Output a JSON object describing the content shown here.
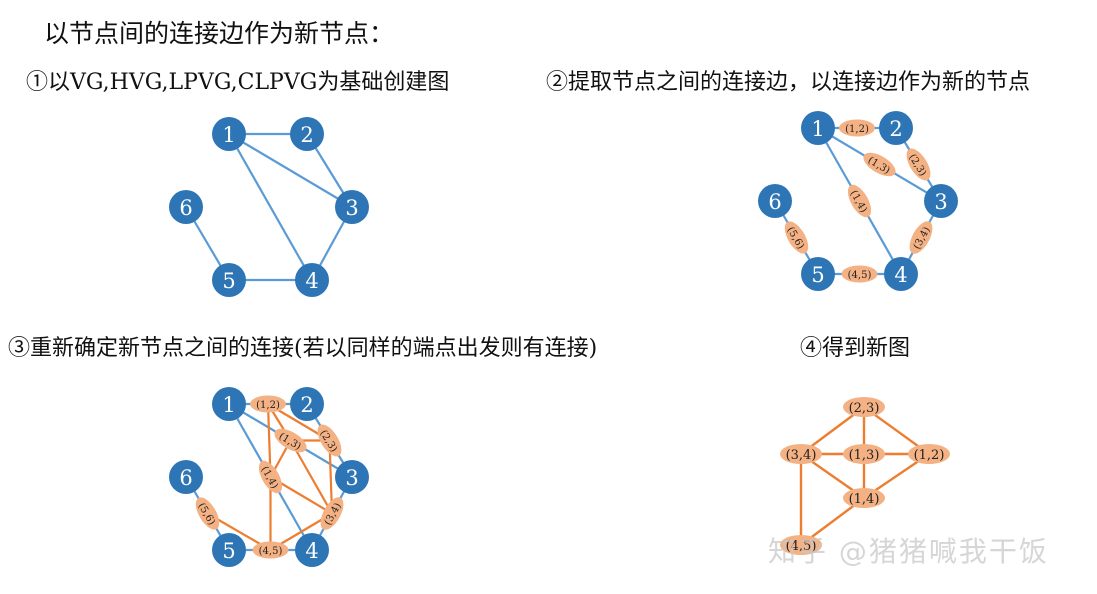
{
  "heading": "以节点间的连接边作为新节点：",
  "steps": {
    "s1": "①以VG,HVG,LPVG,CLPVG为基础创建图",
    "s2": "②提取节点之间的连接边，以连接边作为新的节点",
    "s3": "③重新确定新节点之间的连接(若以同样的端点出发则有连接)",
    "s4": "④得到新图"
  },
  "nodes": [
    "1",
    "2",
    "3",
    "4",
    "5",
    "6"
  ],
  "edge_labels": {
    "e12": "(1,2)",
    "e13": "(1,3)",
    "e14": "(1,4)",
    "e23": "(2,3)",
    "e34": "(3,4)",
    "e45": "(4,5)",
    "e56": "(5,6)"
  },
  "watermark": "知乎 @猪猪喊我干饭",
  "colors": {
    "node": "#2e75b6",
    "edge": "#5b9bd5",
    "label": "#f4b183",
    "new_edge": "#ed7d31"
  }
}
